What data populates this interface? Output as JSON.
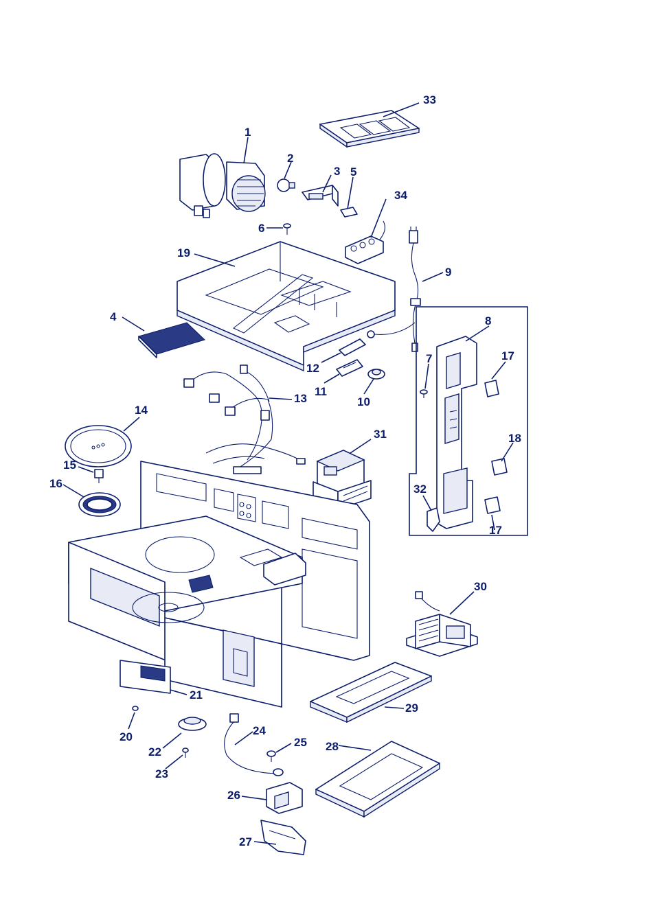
{
  "callouts": [
    {
      "id": "1",
      "label": "1"
    },
    {
      "id": "2",
      "label": "2"
    },
    {
      "id": "3",
      "label": "3"
    },
    {
      "id": "4",
      "label": "4"
    },
    {
      "id": "5",
      "label": "5"
    },
    {
      "id": "6",
      "label": "6"
    },
    {
      "id": "7",
      "label": "7"
    },
    {
      "id": "8",
      "label": "8"
    },
    {
      "id": "9",
      "label": "9"
    },
    {
      "id": "10",
      "label": "10"
    },
    {
      "id": "11",
      "label": "11"
    },
    {
      "id": "12",
      "label": "12"
    },
    {
      "id": "13",
      "label": "13"
    },
    {
      "id": "14",
      "label": "14"
    },
    {
      "id": "15",
      "label": "15"
    },
    {
      "id": "16",
      "label": "16"
    },
    {
      "id": "17a",
      "label": "17"
    },
    {
      "id": "17b",
      "label": "17"
    },
    {
      "id": "18",
      "label": "18"
    },
    {
      "id": "19",
      "label": "19"
    },
    {
      "id": "20",
      "label": "20"
    },
    {
      "id": "21",
      "label": "21"
    },
    {
      "id": "22",
      "label": "22"
    },
    {
      "id": "23",
      "label": "23"
    },
    {
      "id": "24",
      "label": "24"
    },
    {
      "id": "25",
      "label": "25"
    },
    {
      "id": "26",
      "label": "26"
    },
    {
      "id": "27",
      "label": "27"
    },
    {
      "id": "28",
      "label": "28"
    },
    {
      "id": "29",
      "label": "29"
    },
    {
      "id": "30",
      "label": "30"
    },
    {
      "id": "31",
      "label": "31"
    },
    {
      "id": "32",
      "label": "32"
    },
    {
      "id": "33",
      "label": "33"
    },
    {
      "id": "34",
      "label": "34"
    }
  ],
  "colors": {
    "ink": "#0b1c6b",
    "paper": "#ffffff",
    "shade": "#e8ebf6"
  }
}
